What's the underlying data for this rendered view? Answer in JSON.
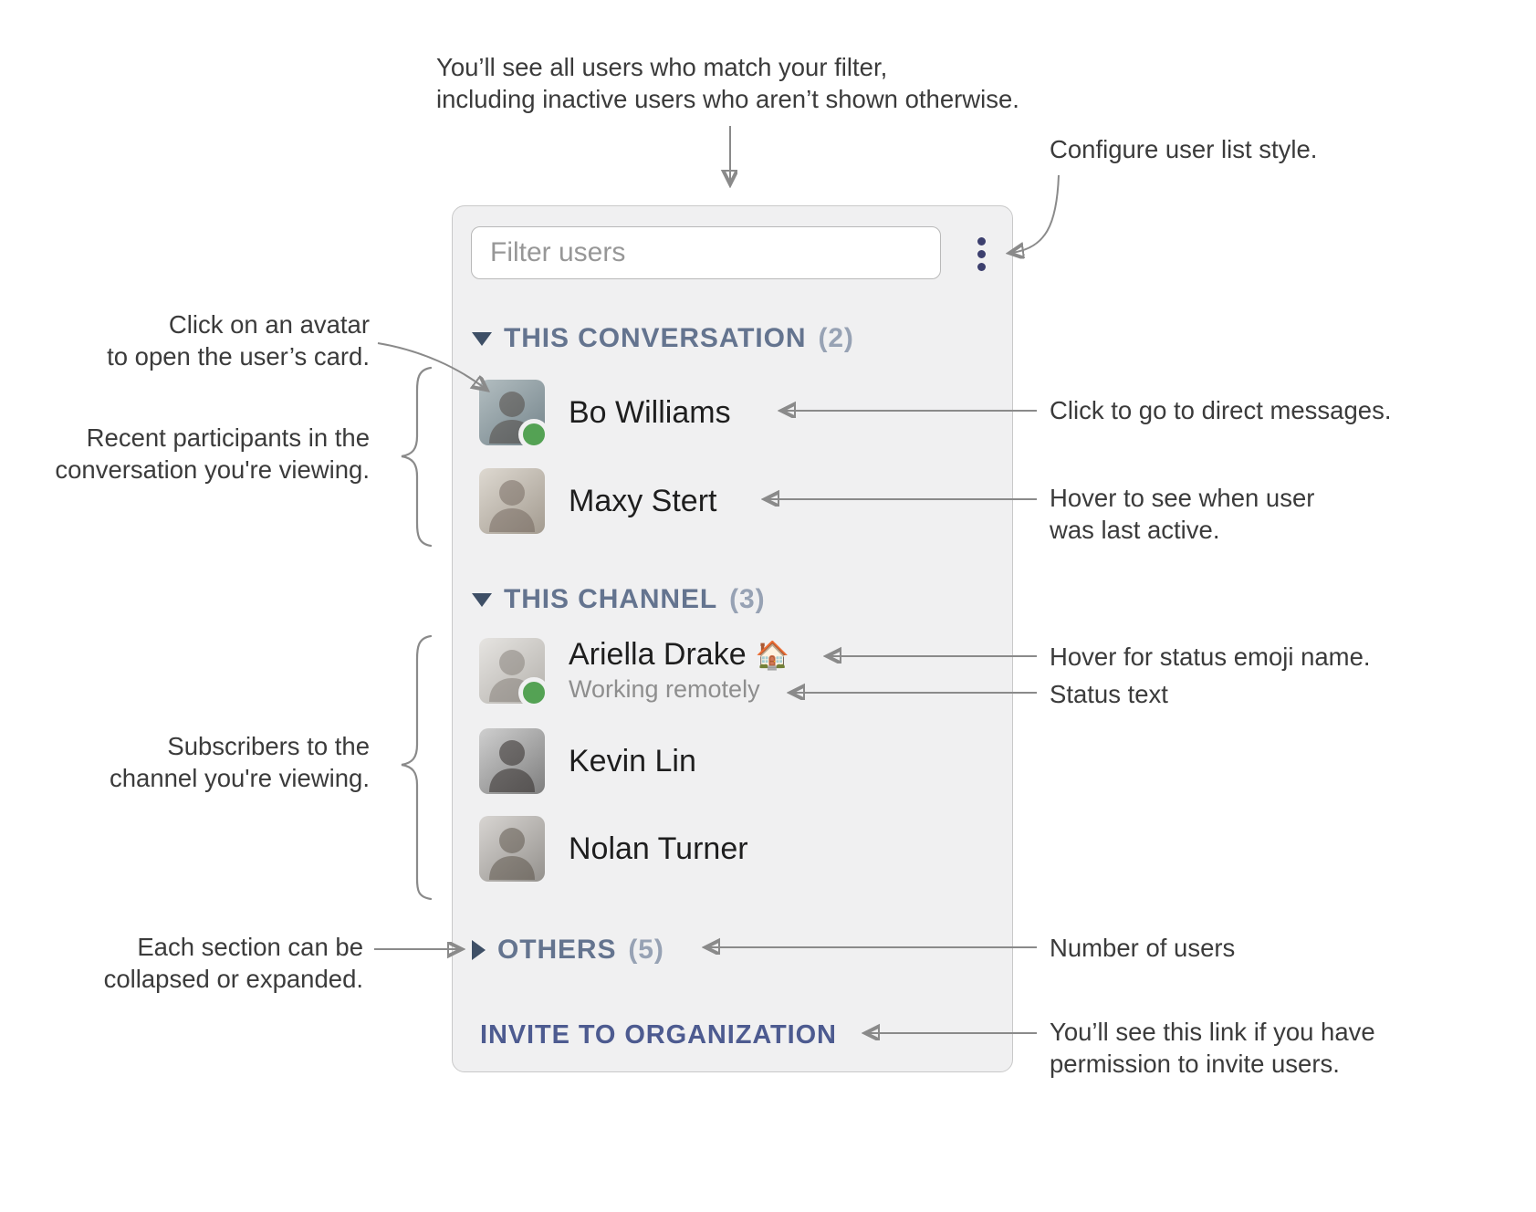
{
  "annotations": {
    "filter_note_line1": "You’ll see all users who match your filter,",
    "filter_note_line2": "including inactive users who aren’t shown otherwise.",
    "configure": "Configure user list style.",
    "avatar_line1": "Click on an avatar",
    "avatar_line2": "to open the user’s card.",
    "recent_line1": "Recent participants in the",
    "recent_line2": "conversation you're viewing.",
    "dm": "Click to go to direct messages.",
    "last_active_line1": "Hover to see when user",
    "last_active_line2": "was last active.",
    "status_emoji_note": "Hover for status emoji name.",
    "status_text_note": "Status text",
    "subscribers_line1": "Subscribers to the",
    "subscribers_line2": "channel you're viewing.",
    "collapse_line1": "Each section can be",
    "collapse_line2": "collapsed or expanded.",
    "number_of_users": "Number of users",
    "invite_line1": "You’ll see this link if you have",
    "invite_line2": "permission to invite users."
  },
  "panel": {
    "filter_placeholder": "Filter users",
    "icons": {
      "menu": "vertical-ellipsis-icon",
      "expanded": "triangle-down-icon",
      "collapsed": "triangle-right-icon"
    },
    "sections": [
      {
        "title": "THIS CONVERSATION",
        "count": "(2)",
        "state": "expanded"
      },
      {
        "title": "THIS CHANNEL",
        "count": "(3)",
        "state": "expanded"
      },
      {
        "title": "OTHERS",
        "count": "(5)",
        "state": "collapsed"
      }
    ],
    "users": [
      {
        "name": "Bo Williams",
        "online": true
      },
      {
        "name": "Maxy Stert",
        "online": false
      },
      {
        "name": "Ariella Drake",
        "status_emoji": "🏠",
        "status_text": "Working remotely",
        "online": true
      },
      {
        "name": "Kevin Lin",
        "online": false
      },
      {
        "name": "Nolan Turner",
        "online": false
      }
    ],
    "invite_label": "INVITE TO ORGANIZATION"
  },
  "colors": {
    "panel_bg": "#f0f0f1",
    "section_heading": "#64748f",
    "section_count": "#97a2b4",
    "presence_green": "#54a254",
    "invite_link": "#4d5b90",
    "menu_icon": "#3c3f6e",
    "connector": "#8a8a8a"
  }
}
